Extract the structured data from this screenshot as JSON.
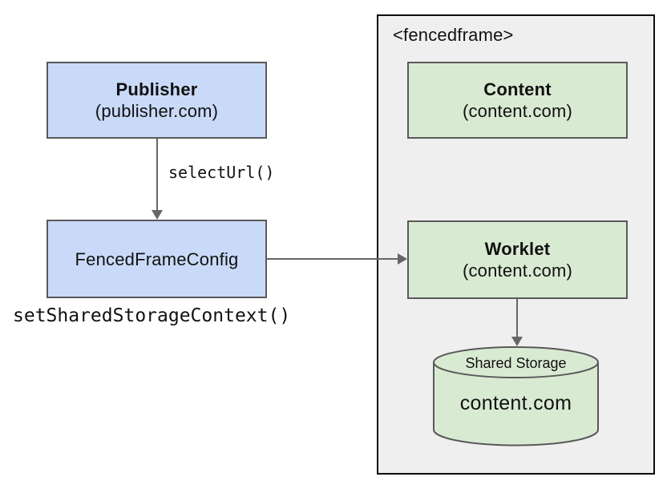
{
  "colors": {
    "background": "#ffffff",
    "publisher_box_fill": "#c9daf8",
    "content_box_fill": "#d9ead3",
    "fencedframe_fill": "#efefef",
    "box_border": "#595959",
    "frame_border": "#0d0d0d",
    "arrow": "#666666",
    "text": "#111111"
  },
  "diagram": {
    "publisher": {
      "title": "Publisher",
      "subtitle": "(publisher.com)"
    },
    "select_url_call": "selectUrl()",
    "fenced_frame_config": {
      "label": "FencedFrameConfig"
    },
    "set_shared_storage_context_call": "setSharedStorageContext()",
    "fencedframe": {
      "tag_label": "<fencedframe>",
      "content": {
        "title": "Content",
        "subtitle": "(content.com)"
      },
      "worklet": {
        "title": "Worklet",
        "subtitle": "(content.com)"
      },
      "shared_storage": {
        "label": "Shared Storage",
        "origin": "content.com"
      }
    }
  }
}
